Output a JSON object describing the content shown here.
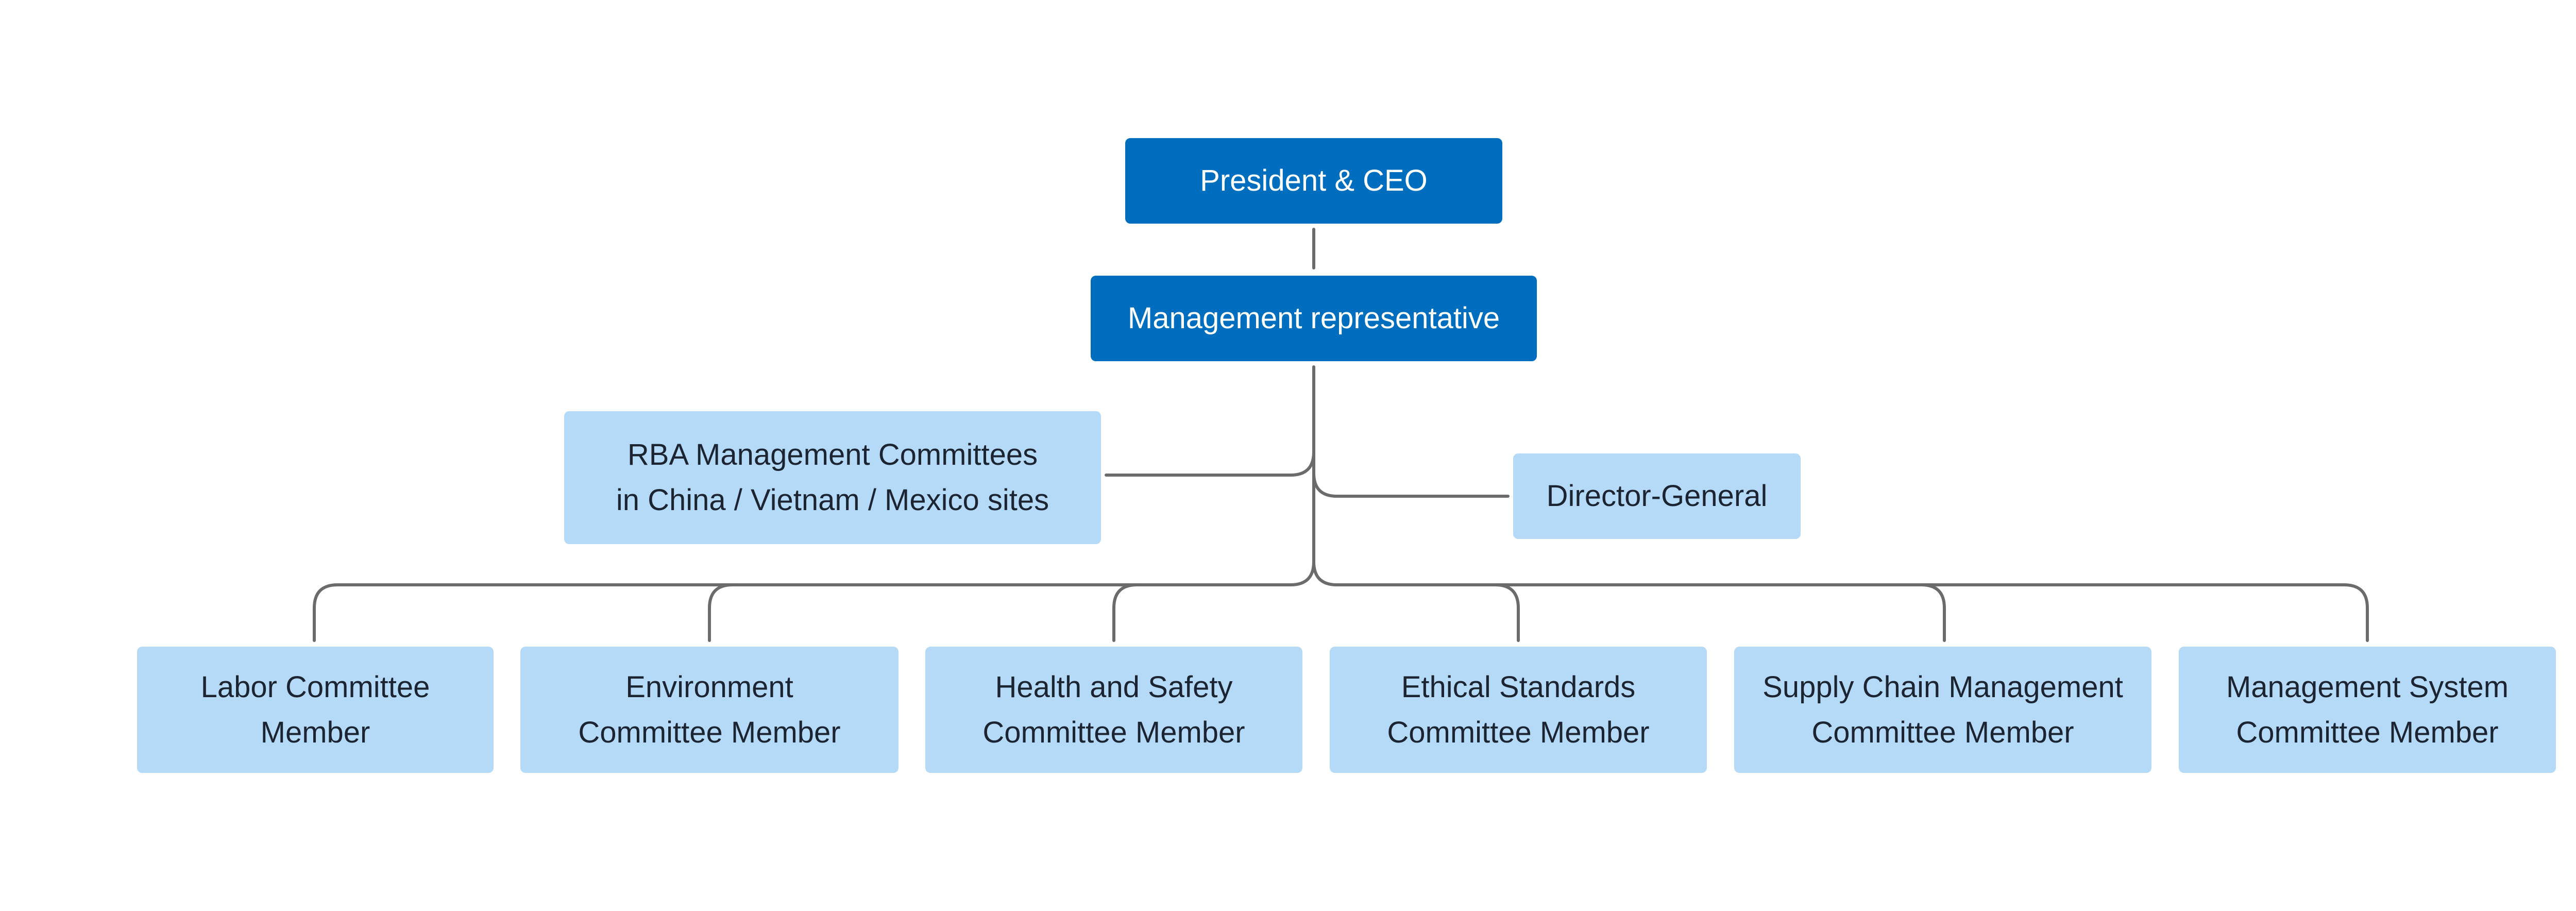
{
  "org_chart": {
    "top": "President & CEO",
    "management_rep": "Management representative",
    "rba_committees": "RBA Management Committees\nin China / Vietnam / Mexico sites",
    "director_general": "Director-General",
    "members": [
      "Labor Committee\nMember",
      "Environment\nCommittee Member",
      "Health and Safety\nCommittee Member",
      "Ethical Standards\nCommittee Member",
      "Supply Chain Management\nCommittee Member",
      "Management System\nCommittee Member"
    ]
  },
  "colors": {
    "primary": "#006ebf",
    "secondary": "#b5daf8",
    "connector": "#6b6b6b",
    "text_dark": "#1b2430",
    "text_light": "#ffffff"
  }
}
